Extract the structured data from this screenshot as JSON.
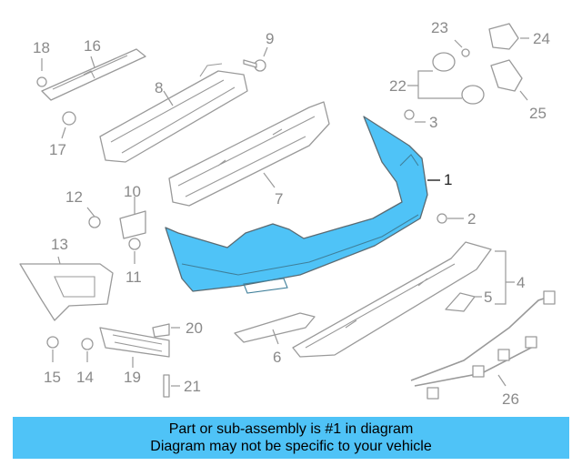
{
  "callouts": {
    "c1": "1",
    "c2": "2",
    "c3": "3",
    "c4": "4",
    "c5": "5",
    "c6": "6",
    "c7": "7",
    "c8": "8",
    "c9": "9",
    "c10": "10",
    "c11": "11",
    "c12": "12",
    "c13": "13",
    "c14": "14",
    "c15": "15",
    "c16": "16",
    "c17": "17",
    "c18": "18",
    "c19": "19",
    "c20": "20",
    "c21": "21",
    "c22": "22",
    "c23": "23",
    "c24": "24",
    "c25": "25",
    "c26": "26"
  },
  "highlight": {
    "part_number": "1",
    "color": "#4fc3f7"
  },
  "footer": {
    "line1": "Part or sub-assembly is #1 in diagram",
    "line2": "Diagram may not be specific to your vehicle"
  }
}
